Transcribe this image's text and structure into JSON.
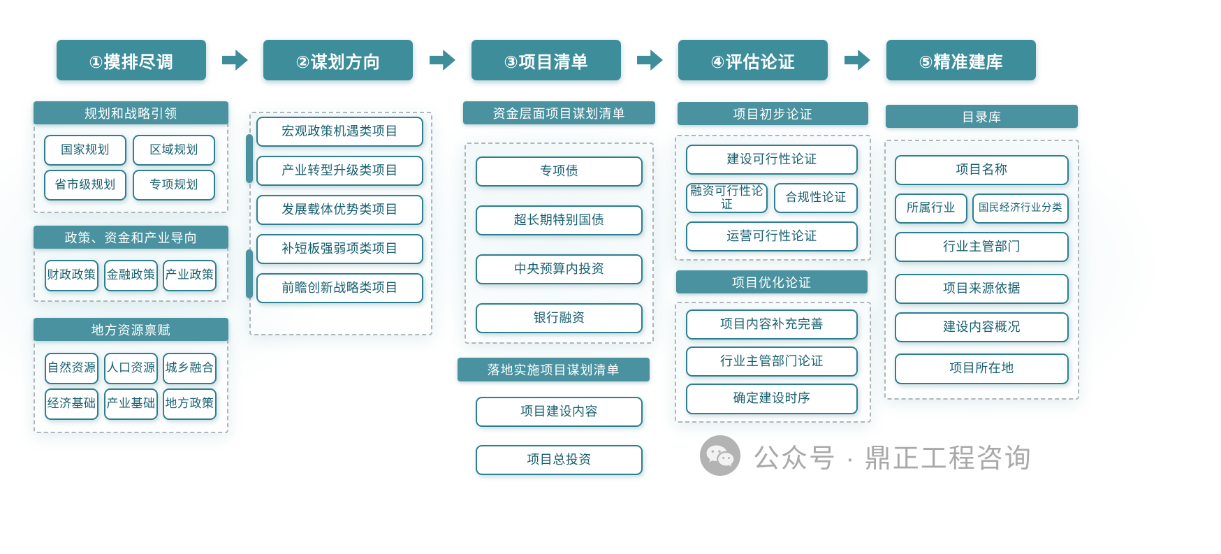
{
  "accent_color": "#3e8d9a",
  "box_border_color": "#2b7f90",
  "box_text_color": "#175f6f",
  "steps": [
    {
      "label": "①摸排尽调"
    },
    {
      "label": "②谋划方向"
    },
    {
      "label": "③项目清单"
    },
    {
      "label": "④评估论证"
    },
    {
      "label": "⑤精准建库"
    }
  ],
  "column1": {
    "groups": [
      {
        "header": "规划和战略引领",
        "items": [
          "国家规划",
          "区域规划",
          "省市级规划",
          "专项规划"
        ]
      },
      {
        "header": "政策、资金和产业导向",
        "items": [
          "财政政策",
          "金融政策",
          "产业政策"
        ]
      },
      {
        "header": "地方资源禀赋",
        "items": [
          "自然资源",
          "人口资源",
          "城乡融合",
          "经济基础",
          "产业基础",
          "地方政策"
        ]
      }
    ]
  },
  "column2": {
    "items": [
      "宏观政策机遇类项目",
      "产业转型升级类项目",
      "发展载体优势类项目",
      "补短板强弱项类项目",
      "前瞻创新战略类项目"
    ]
  },
  "column3": {
    "groups": [
      {
        "header": "资金层面项目谋划清单",
        "items": [
          "专项债",
          "超长期特别国债",
          "中央预算内投资",
          "银行融资"
        ]
      },
      {
        "header": "落地实施项目谋划清单",
        "items": [
          "项目建设内容",
          "项目总投资"
        ]
      }
    ]
  },
  "column4": {
    "groups": [
      {
        "header": "项目初步论证",
        "rows": [
          [
            "建设可行性论证"
          ],
          [
            "融资可行性论证",
            "合规性论证"
          ],
          [
            "运营可行性论证"
          ]
        ]
      },
      {
        "header": "项目优化论证",
        "rows": [
          [
            "项目内容补充完善"
          ],
          [
            "行业主管部门论证"
          ],
          [
            "确定建设时序"
          ]
        ]
      }
    ]
  },
  "column5": {
    "header": "目录库",
    "rows": [
      [
        "项目名称"
      ],
      [
        "所属行业",
        "国民经济行业分类"
      ],
      [
        "行业主管部门"
      ],
      [
        "项目来源依据"
      ],
      [
        "建设内容概况"
      ],
      [
        "项目所在地"
      ]
    ]
  },
  "watermark": {
    "icon": "wechat-icon",
    "text": "公众号 · 鼎正工程咨询"
  }
}
